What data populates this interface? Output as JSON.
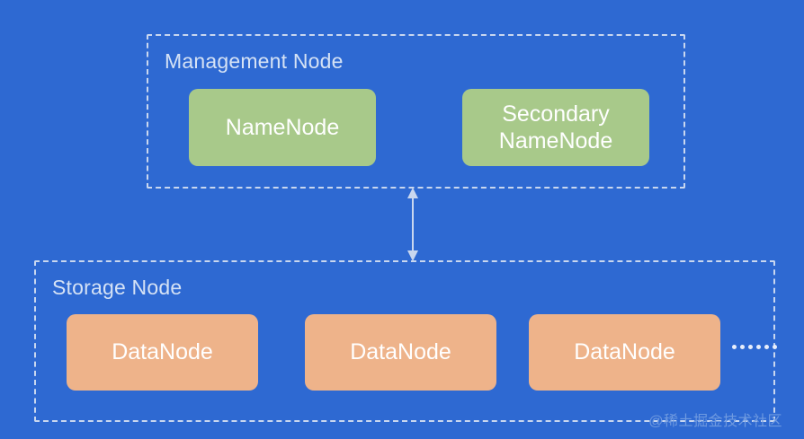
{
  "diagram": {
    "background_color": "#2e69d2",
    "groups": [
      {
        "id": "management",
        "label": "Management Node",
        "nodes": [
          {
            "label": "NameNode",
            "color": "#a8c98a"
          },
          {
            "label": "Secondary\nNameNode",
            "line1": "Secondary",
            "line2": "NameNode",
            "color": "#a8c98a"
          }
        ]
      },
      {
        "id": "storage",
        "label": "Storage Node",
        "nodes": [
          {
            "label": "DataNode",
            "color": "#eeb38a"
          },
          {
            "label": "DataNode",
            "color": "#eeb38a"
          },
          {
            "label": "DataNode",
            "color": "#eeb38a"
          }
        ],
        "overflow_indicator": "......"
      }
    ],
    "connector": {
      "name": "bidirectional-arrow",
      "orientation": "vertical",
      "color": "#c9d7ef"
    },
    "watermark": "@稀土掘金技术社区"
  }
}
